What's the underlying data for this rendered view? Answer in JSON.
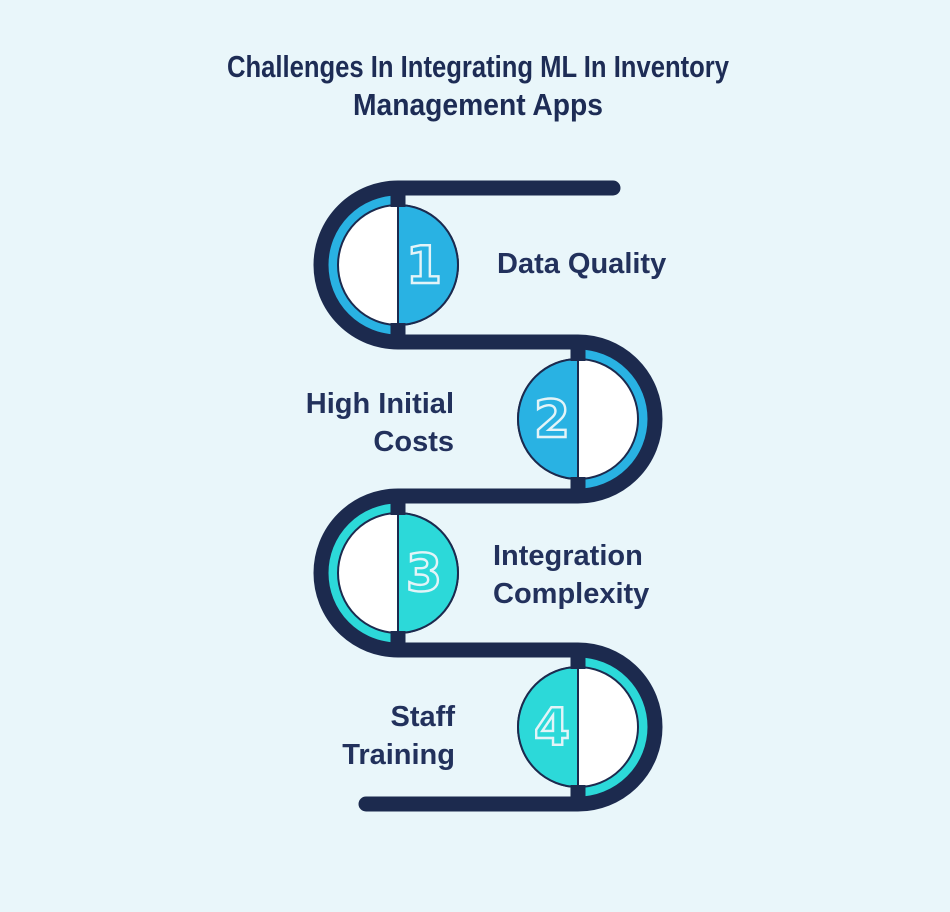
{
  "title": {
    "line1": "Challenges In Integrating ML In Inventory",
    "line2": "Management Apps"
  },
  "steps": [
    {
      "number": "1",
      "label": "Data Quality",
      "lines": [
        "Data Quality"
      ],
      "color": "#29B2E3",
      "side": "left"
    },
    {
      "number": "2",
      "label": "High Initial Costs",
      "lines": [
        "High Initial",
        "Costs"
      ],
      "color": "#29B2E3",
      "side": "right"
    },
    {
      "number": "3",
      "label": "Integration Complexity",
      "lines": [
        "Integration",
        "Complexity"
      ],
      "color": "#2CD9D9",
      "side": "left"
    },
    {
      "number": "4",
      "label": "Staff Training",
      "lines": [
        "Staff",
        "Training"
      ],
      "color": "#2CD9D9",
      "side": "right"
    }
  ],
  "colors": {
    "background": "#E9F6FA",
    "path_navy": "#1C2A4E",
    "text_navy": "#1D2C55",
    "step_blue": "#29B2E3",
    "step_teal": "#2CD9D9",
    "number_outline": "#E3F4F8"
  }
}
